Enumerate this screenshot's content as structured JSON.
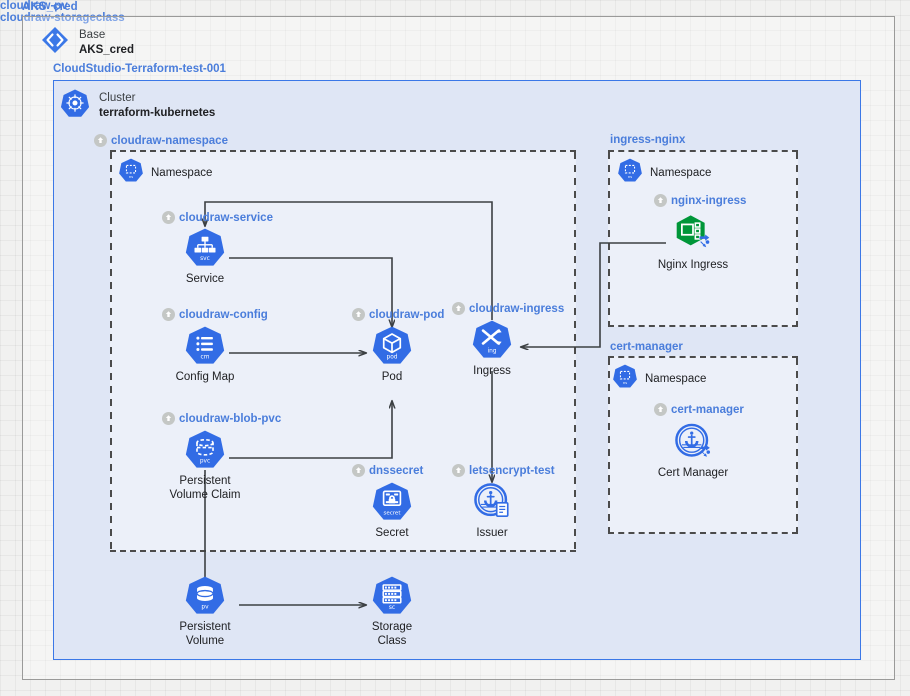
{
  "canvas": {
    "title": "AKS_cred",
    "grid": true,
    "background": "#f1f1f0",
    "accent_blue": "#4a7ddb",
    "cluster_fill": "#dfe6f5",
    "cluster_border": "#3b78e7",
    "k8s_blue": "#326ce5",
    "nginx_green": "#009639"
  },
  "base": {
    "title": "AKS_cred",
    "kind": "Base",
    "name": "AKS_cred",
    "icon": "base-diamond-icon"
  },
  "cluster": {
    "title": "CloudStudio-Terraform-test-001",
    "kind": "Cluster",
    "name": "terraform-kubernetes",
    "icon": "kubernetes-helm-icon"
  },
  "namespaces": [
    {
      "id": "cloudraw-namespace",
      "label": "cloudraw-namespace",
      "has_badge": true,
      "ns_caption": "Namespace"
    },
    {
      "id": "ingress-nginx",
      "label": "ingress-nginx",
      "has_badge": false,
      "ns_caption": "Namespace"
    },
    {
      "id": "cert-manager",
      "label": "cert-manager",
      "has_badge": false,
      "ns_caption": "Namespace"
    }
  ],
  "resources": [
    {
      "id": "cloudraw-service",
      "label": "cloudraw-service",
      "caption": "Service",
      "icon": "k8s-service-icon",
      "sub": "svc",
      "has_badge": true
    },
    {
      "id": "cloudraw-config",
      "label": "cloudraw-config",
      "caption": "Config Map",
      "icon": "k8s-configmap-icon",
      "sub": "cm",
      "has_badge": true
    },
    {
      "id": "cloudraw-blob-pvc",
      "label": "cloudraw-blob-pvc",
      "caption": "Persistent\nVolume Claim",
      "icon": "k8s-pvc-icon",
      "sub": "pvc",
      "has_badge": true
    },
    {
      "id": "cloudraw-pod",
      "label": "cloudraw-pod",
      "caption": "Pod",
      "icon": "k8s-pod-icon",
      "sub": "pod",
      "has_badge": true
    },
    {
      "id": "cloudraw-ingress",
      "label": "cloudraw-ingress",
      "caption": "Ingress",
      "icon": "k8s-ingress-icon",
      "sub": "ing",
      "has_badge": true
    },
    {
      "id": "dnssecret",
      "label": "dnssecret",
      "caption": "Secret",
      "icon": "k8s-secret-icon",
      "sub": "secret",
      "has_badge": true
    },
    {
      "id": "letsencrypt-test",
      "label": "letsencrypt-test",
      "caption": "Issuer",
      "icon": "issuer-helm-icon",
      "sub": "",
      "has_badge": true
    },
    {
      "id": "cloudraw-pv",
      "label": "cloudraw-pv",
      "caption": "Persistent\nVolume",
      "icon": "k8s-pv-icon",
      "sub": "pv",
      "has_badge": false
    },
    {
      "id": "cloudraw-storageclass",
      "label": "cloudraw-storageclass",
      "caption": "Storage\nClass",
      "icon": "k8s-storageclass-icon",
      "sub": "sc",
      "has_badge": false
    },
    {
      "id": "nginx-ingress",
      "label": "nginx-ingress",
      "caption": "Nginx Ingress",
      "icon": "nginx-helm-icon",
      "sub": "",
      "has_badge": true
    },
    {
      "id": "cert-manager-release",
      "label": "cert-manager",
      "caption": "Cert Manager",
      "icon": "cert-manager-helm-icon",
      "sub": "",
      "has_badge": true
    }
  ],
  "connections": [
    {
      "from": "cloudraw-ingress",
      "to": "cloudraw-service",
      "arrow": "end"
    },
    {
      "from": "cloudraw-service",
      "to": "cloudraw-pod",
      "arrow": "end"
    },
    {
      "from": "cloudraw-config",
      "to": "cloudraw-pod",
      "arrow": "end"
    },
    {
      "from": "cloudraw-blob-pvc",
      "to": "cloudraw-pod",
      "arrow": "end"
    },
    {
      "from": "cloudraw-ingress",
      "to": "letsencrypt-test",
      "arrow": "end"
    },
    {
      "from": "nginx-ingress",
      "to": "cloudraw-ingress",
      "arrow": "end"
    },
    {
      "from": "cloudraw-blob-pvc",
      "to": "cloudraw-pv",
      "arrow": "end"
    },
    {
      "from": "cloudraw-pv",
      "to": "cloudraw-storageclass",
      "arrow": "end"
    }
  ]
}
